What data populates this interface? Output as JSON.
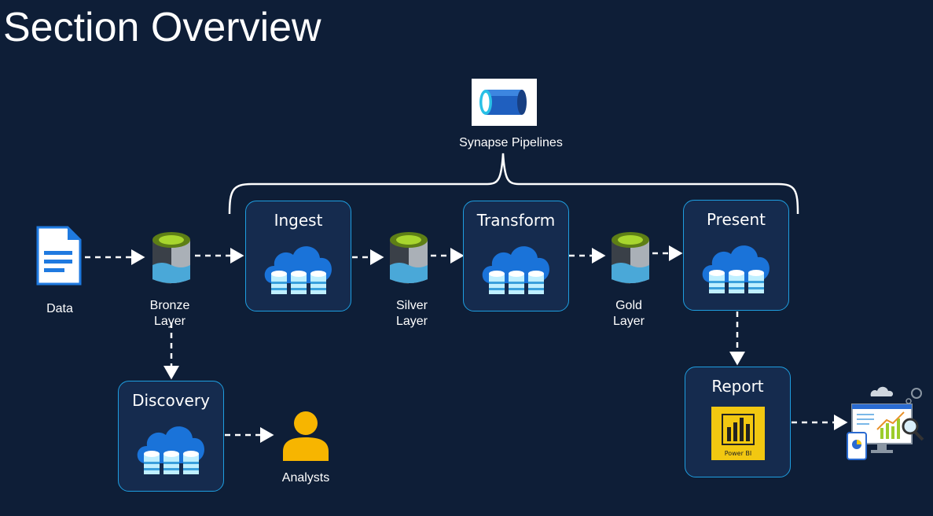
{
  "title": "Section Overview",
  "orchestrator": {
    "label": "Synapse Pipelines",
    "icon": "synapse-pipeline-icon"
  },
  "source": {
    "label": "Data",
    "icon": "document-icon"
  },
  "layers": {
    "bronze": {
      "label_line1": "Bronze",
      "label_line2": "Layer",
      "icon": "data-lake-storage-icon"
    },
    "silver": {
      "label_line1": "Silver",
      "label_line2": "Layer",
      "icon": "data-lake-storage-icon"
    },
    "gold": {
      "label_line1": "Gold",
      "label_line2": "Layer",
      "icon": "data-lake-storage-icon"
    }
  },
  "stages": {
    "ingest": {
      "label": "Ingest",
      "icon": "cloud-database-icon"
    },
    "transform": {
      "label": "Transform",
      "icon": "cloud-database-icon"
    },
    "present": {
      "label": "Present",
      "icon": "cloud-database-icon"
    },
    "discovery": {
      "label": "Discovery",
      "icon": "cloud-database-icon"
    },
    "report": {
      "label": "Report",
      "icon": "power-bi-icon",
      "product_text": "Power BI"
    }
  },
  "consumers": {
    "analysts": {
      "label": "Analysts",
      "icon": "person-icon"
    },
    "dashboard": {
      "icon": "analytics-dashboard-icon"
    }
  },
  "colors": {
    "background": "#0e1e37",
    "box_border": "#1e9ee0",
    "box_fill": "#152b4e",
    "cloud": "#1a73d9",
    "storage_green": "#7fb800",
    "power_bi_yellow": "#f2c811",
    "person_yellow": "#f7b500"
  }
}
